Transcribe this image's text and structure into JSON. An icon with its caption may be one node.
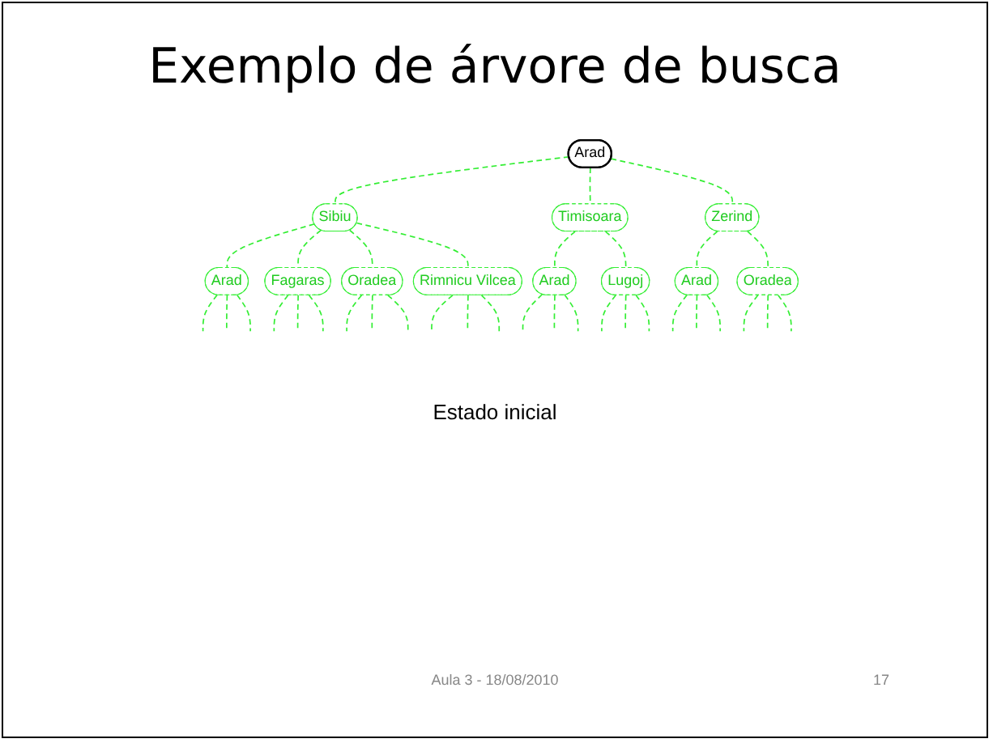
{
  "diagram": {
    "title": "Exemplo de árvore de busca",
    "nodes": [
      {
        "text": [
          "Arad"
        ]
      },
      {
        "text": [
          "Sibiu"
        ]
      },
      {
        "text": [
          "Timisoara"
        ]
      },
      {
        "text": [
          "Zerind"
        ]
      },
      {
        "text": [
          "Arad"
        ]
      },
      {
        "text": [
          "Fagaras"
        ]
      },
      {
        "text": [
          "Oradea"
        ]
      },
      {
        "text": [
          "Rimnicu Vilcea"
        ]
      },
      {
        "text": [
          "Arad"
        ]
      },
      {
        "text": [
          "Lugoj"
        ]
      },
      {
        "text": [
          "Arad"
        ]
      },
      {
        "text": [
          "Oradea"
        ]
      }
    ],
    "edges": [
      {
        "from": 0,
        "to": 1,
        "arrow": "none",
        "style": "dashed"
      },
      {
        "from": 0,
        "to": 2,
        "arrow": "none",
        "style": "dashed"
      },
      {
        "from": 0,
        "to": 3,
        "arrow": "none",
        "style": "dashed"
      },
      {
        "from": 1,
        "to": 4,
        "arrow": "none",
        "style": "dashed"
      },
      {
        "from": 1,
        "to": 5,
        "arrow": "none",
        "style": "dashed"
      },
      {
        "from": 1,
        "to": 6,
        "arrow": "none",
        "style": "dashed"
      },
      {
        "from": 1,
        "to": 7,
        "arrow": "none",
        "style": "dashed"
      },
      {
        "from": 2,
        "to": 8,
        "arrow": "none",
        "style": "dashed"
      },
      {
        "from": 2,
        "to": 9,
        "arrow": "none",
        "style": "dashed"
      },
      {
        "from": 3,
        "to": 10,
        "arrow": "none",
        "style": "dashed"
      },
      {
        "from": 3,
        "to": 11,
        "arrow": "none",
        "style": "dashed"
      },
      {
        "from": 4,
        "to": null,
        "arrow": "none",
        "style": "dashed"
      },
      {
        "from": 4,
        "to": null,
        "arrow": "none",
        "style": "dashed"
      },
      {
        "from": 4,
        "to": null,
        "arrow": "none",
        "style": "dashed"
      },
      {
        "from": 5,
        "to": null,
        "arrow": "none",
        "style": "dashed"
      },
      {
        "from": 5,
        "to": null,
        "arrow": "none",
        "style": "dashed"
      },
      {
        "from": 5,
        "to": null,
        "arrow": "none",
        "style": "dashed"
      },
      {
        "from": 6,
        "to": null,
        "arrow": "none",
        "style": "dashed"
      },
      {
        "from": 6,
        "to": null,
        "arrow": "none",
        "style": "dashed"
      },
      {
        "from": 6,
        "to": null,
        "arrow": "none",
        "style": "dashed"
      },
      {
        "from": 7,
        "to": null,
        "arrow": "none",
        "style": "dashed"
      },
      {
        "from": 7,
        "to": null,
        "arrow": "none",
        "style": "dashed"
      },
      {
        "from": 7,
        "to": null,
        "arrow": "none",
        "style": "dashed"
      },
      {
        "from": 8,
        "to": null,
        "arrow": "none",
        "style": "dashed"
      },
      {
        "from": 8,
        "to": null,
        "arrow": "none",
        "style": "dashed"
      },
      {
        "from": 8,
        "to": null,
        "arrow": "none",
        "style": "dashed"
      },
      {
        "from": 9,
        "to": null,
        "arrow": "none",
        "style": "dashed"
      },
      {
        "from": 9,
        "to": null,
        "arrow": "none",
        "style": "dashed"
      },
      {
        "from": 9,
        "to": null,
        "arrow": "none",
        "style": "dashed"
      },
      {
        "from": 10,
        "to": null,
        "arrow": "none",
        "style": "dashed"
      },
      {
        "from": 10,
        "to": null,
        "arrow": "none",
        "style": "dashed"
      },
      {
        "from": 10,
        "to": null,
        "arrow": "none",
        "style": "dashed"
      },
      {
        "from": 11,
        "to": null,
        "arrow": "none",
        "style": "dashed"
      },
      {
        "from": 11,
        "to": null,
        "arrow": "none",
        "style": "dashed"
      },
      {
        "from": 11,
        "to": null,
        "arrow": "none",
        "style": "dashed"
      }
    ],
    "labels": [
      "Estado inicial",
      "Aula 3 - 18/08/2010",
      "17"
    ]
  }
}
